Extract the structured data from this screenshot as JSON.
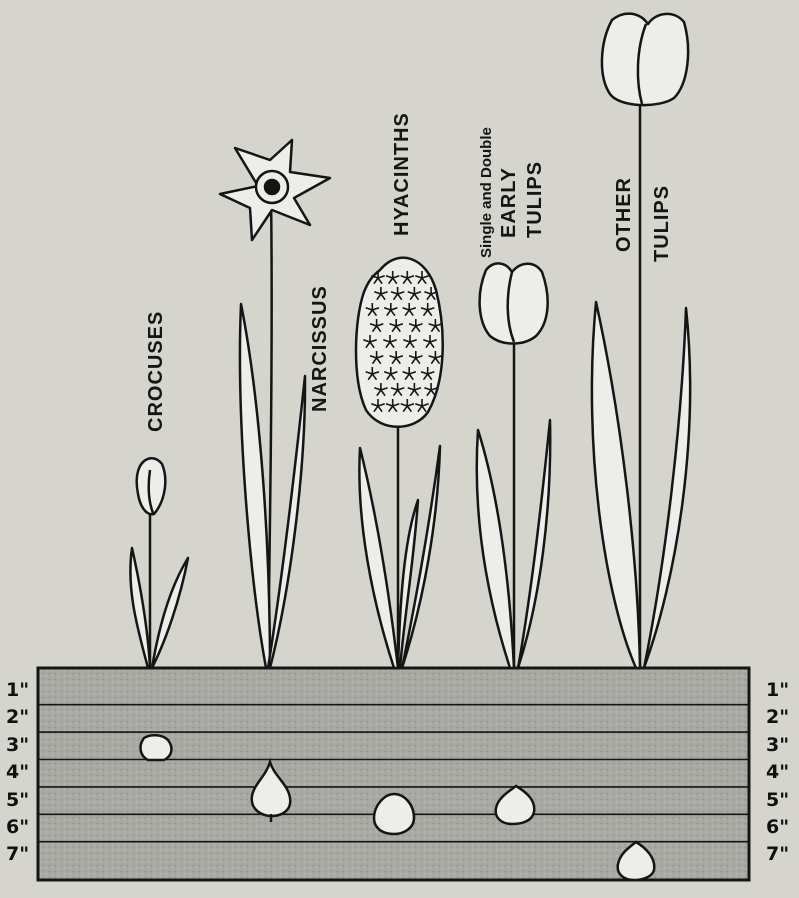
{
  "plants": [
    {
      "id": "crocuses",
      "label_lines": [
        "CROCUSES"
      ]
    },
    {
      "id": "narcissus",
      "label_lines": [
        "NARCISSUS"
      ]
    },
    {
      "id": "hyacinths",
      "label_lines": [
        "HYACINTHS"
      ]
    },
    {
      "id": "early-tulips",
      "label_lines": [
        "Single and Double",
        "EARLY",
        "TULIPS"
      ]
    },
    {
      "id": "other-tulips",
      "label_lines": [
        "OTHER",
        "TULIPS"
      ]
    }
  ],
  "depth_scale": {
    "labels": [
      "1\"",
      "2\"",
      "3\"",
      "4\"",
      "5\"",
      "6\"",
      "7\""
    ],
    "planting_depths": {
      "crocuses": 3,
      "narcissus": 5,
      "hyacinths": 6,
      "early-tulips": 5,
      "other-tulips": 7
    }
  },
  "colors": {
    "paper": "#d6d5cd",
    "ink": "#151515",
    "soil": "#a9a9a4",
    "bulb": "#ededea"
  }
}
